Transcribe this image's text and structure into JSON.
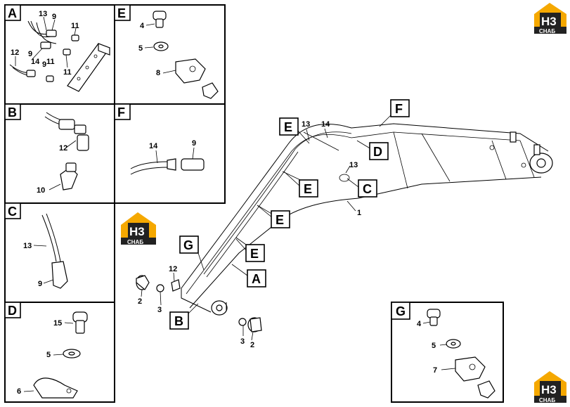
{
  "logo": {
    "mark": "H3",
    "sub": "CHAБ",
    "accent": "#f5a800",
    "dark": "#222222"
  },
  "panels": {
    "A": {
      "tag": "A",
      "nums": {
        "n13": "13",
        "n9a": "9",
        "n11a": "11",
        "n12": "12",
        "n9b": "9",
        "n14": "14",
        "n9c": "9",
        "n11b": "11",
        "n11c": "11"
      }
    },
    "B": {
      "tag": "B",
      "nums": {
        "n12": "12",
        "n10": "10"
      }
    },
    "C": {
      "tag": "C",
      "nums": {
        "n13": "13",
        "n9": "9"
      }
    },
    "D": {
      "tag": "D",
      "nums": {
        "n15": "15",
        "n5": "5",
        "n6": "6"
      }
    },
    "E": {
      "tag": "E",
      "nums": {
        "n4": "4",
        "n5": "5",
        "n8": "8"
      }
    },
    "F": {
      "tag": "F",
      "nums": {
        "n14": "14",
        "n9": "9"
      }
    },
    "G": {
      "tag": "G",
      "nums": {
        "n4": "4",
        "n5": "5",
        "n7": "7"
      }
    }
  },
  "main": {
    "tags": {
      "E1": "E",
      "E2": "E",
      "E3": "E",
      "E4": "E",
      "D": "D",
      "C": "C",
      "F": "F",
      "G": "G",
      "A": "A",
      "B": "B"
    },
    "nums": {
      "n13a": "13",
      "n14": "14",
      "n13b": "13",
      "n1": "1",
      "n12": "12",
      "n2a": "2",
      "n3a": "3",
      "n3b": "3",
      "n2b": "2"
    }
  }
}
